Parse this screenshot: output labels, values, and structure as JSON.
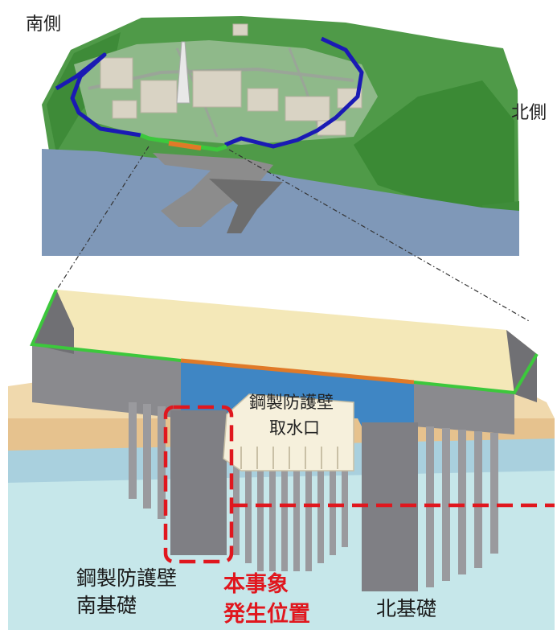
{
  "labels": {
    "south_side": "南側",
    "north_side": "北側",
    "steel_wall": "鋼製防護壁",
    "intake": "取水口",
    "south_foundation_line1": "鋼製防護壁",
    "south_foundation_line2": "南基礎",
    "event_line1": "本事象",
    "event_line2": "発生位置",
    "north_foundation": "北基礎"
  },
  "colors": {
    "seawall_path": "#1a1ab4",
    "green_wall": "#3cc83c",
    "orange_wall": "#e07a28",
    "highlight_red": "#e0171e",
    "sea": "#7f98b8",
    "terrain": "#4f9a48",
    "steel_blue": "#3f86c4",
    "concrete": "#8a8a8e"
  },
  "icons": {
    "site_model": "aerial-3d-site-model",
    "cross_section": "seawall-cutaway-model"
  }
}
